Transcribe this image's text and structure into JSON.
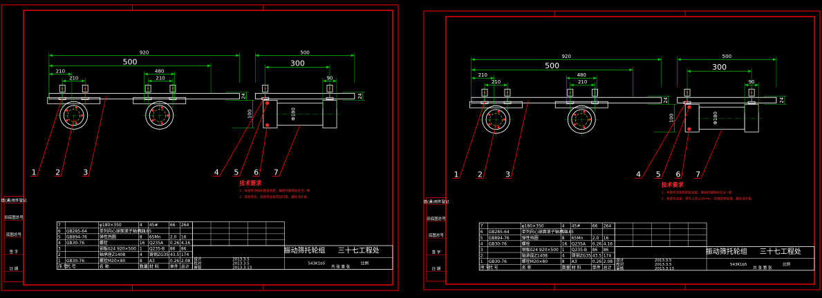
{
  "colors": {
    "background": "#000000",
    "border": "#ff0000",
    "geometry": "#ffffff",
    "dimension": "#00c800",
    "leader": "#ff0000",
    "hidden": "#ffd700",
    "highlight": "#ff3030"
  },
  "sheets": [
    {
      "id": "left",
      "dims": {
        "top_overall": "920",
        "top_mid": "500",
        "a": "210",
        "b": "210",
        "c": "210",
        "d": "480",
        "right_overall": "500",
        "right_mid": "300",
        "right_small": "90",
        "h1": "24",
        "h2": "100",
        "h3": "24",
        "dia": "Φ180"
      },
      "callouts": [
        "1",
        "2",
        "3",
        "4",
        "5",
        "6",
        "7"
      ],
      "tech": {
        "heading": "技术要求",
        "notes": [
          "1、本部件须按照图纸装配，确保托辊转动灵活一致",
          "2、装配完毕，各部件连接牢固可靠，螺栓须拧紧。"
        ]
      },
      "bom": [
        {
          "no": "7",
          "code": "",
          "name": "φ180×350",
          "qty": "4",
          "mat": "45#",
          "w1": "66",
          "w2": "264"
        },
        {
          "no": "6",
          "code": "GB285-64",
          "name": "单列向心球面滚子轴承3185",
          "qty": "10",
          "mat": "",
          "w1": "",
          "w2": ""
        },
        {
          "no": "5",
          "code": "GB894-76",
          "name": "弹性挡圈",
          "qty": "8",
          "mat": "65Mn",
          "w1": "2.0",
          "w2": "16"
        },
        {
          "no": "4",
          "code": "GB30-76",
          "name": "螺栓",
          "qty": "16",
          "mat": "Q235A",
          "w1": "0.26",
          "w2": "4.16"
        },
        {
          "no": "3",
          "code": "",
          "name": "钢板δ24 920×500",
          "qty": "1",
          "mat": "Q235-B",
          "w1": "86",
          "w2": "86"
        },
        {
          "no": "2",
          "code": "",
          "name": "轴承座Z1408",
          "qty": "4",
          "mat": "铸钢ZG35",
          "w1": "43.5",
          "w2": "174"
        },
        {
          "no": "1",
          "code": "GB30-76",
          "name": "螺栓M20×80",
          "qty": "8",
          "mat": "A3",
          "w1": "0.26",
          "w2": "2.08"
        }
      ],
      "bom_header": [
        "序 号",
        "代 号",
        "名 称",
        "数量",
        "材 料",
        "单件",
        "总计"
      ],
      "title_block": {
        "name": "振动筛托轮组",
        "org": "三十七工程处",
        "date1": "2013.3.5",
        "date2": "2013.3.5",
        "date3": "2013.3.13",
        "drawing_no": "543K1b5",
        "scale_label": "比例",
        "sheet_label": "共  张  第  张",
        "roles": [
          "设计",
          "校对",
          "审核"
        ]
      },
      "side_labels": [
        "借(通)用件登记",
        "旧底图总号",
        "底图总号",
        "签 字",
        "日 期"
      ]
    },
    {
      "id": "right",
      "dims": {
        "top_overall": "920",
        "top_mid": "500",
        "a": "210",
        "b": "210",
        "c": "210",
        "d": "480",
        "right_overall": "500",
        "right_mid": "300",
        "right_small": "90",
        "h1": "24",
        "h2": "100",
        "h3": "24",
        "dia": "Φ180"
      },
      "callouts": [
        "1",
        "2",
        "3",
        "4",
        "5",
        "6",
        "7"
      ],
      "tech": {
        "heading": "技术要求",
        "notes": [
          "1、本部件须按照图纸装配，确保托辊转动灵活一致",
          "2、各部件连接，零件上须以16mm，并做防锈处理，螺栓须拧紧。"
        ]
      },
      "bom": [
        {
          "no": "7",
          "code": "",
          "name": "φ180×350",
          "qty": "4",
          "mat": "45#",
          "w1": "66",
          "w2": "264"
        },
        {
          "no": "6",
          "code": "GB285-64",
          "name": "单列向心球面滚子轴承3185",
          "qty": "10",
          "mat": "",
          "w1": "",
          "w2": ""
        },
        {
          "no": "5",
          "code": "GB894-76",
          "name": "弹性挡圈",
          "qty": "8",
          "mat": "65Mn",
          "w1": "2.0",
          "w2": "16"
        },
        {
          "no": "4",
          "code": "GB30-76",
          "name": "螺栓",
          "qty": "16",
          "mat": "Q235A",
          "w1": "0.26",
          "w2": "4.16"
        },
        {
          "no": "3",
          "code": "",
          "name": "钢板δ24 920×500",
          "qty": "1",
          "mat": "Q235-B",
          "w1": "86",
          "w2": "86"
        },
        {
          "no": "2",
          "code": "",
          "name": "轴承座Z1408",
          "qty": "4",
          "mat": "铸钢ZG35",
          "w1": "43.5",
          "w2": "174"
        },
        {
          "no": "1",
          "code": "GB30-76",
          "name": "螺栓M20×80",
          "qty": "8",
          "mat": "A3",
          "w1": "0.26",
          "w2": "2.08"
        }
      ],
      "bom_header": [
        "序 号",
        "代 号",
        "名 称",
        "数量",
        "材 料",
        "单件",
        "总计"
      ],
      "title_block": {
        "name": "振动筛托轮组",
        "org": "三十七工程处",
        "date1": "2013.3.5",
        "date2": "2013.3.5",
        "date3": "2013.3.13",
        "drawing_no": "543K1b5",
        "scale_label": "比例",
        "sheet_label": "共  张  第  张",
        "roles": [
          "设计",
          "校对",
          "审核"
        ]
      },
      "side_labels": [
        "借(通)用件登记",
        "旧底图总号",
        "底图总号",
        "签 字",
        "日 期"
      ]
    }
  ]
}
